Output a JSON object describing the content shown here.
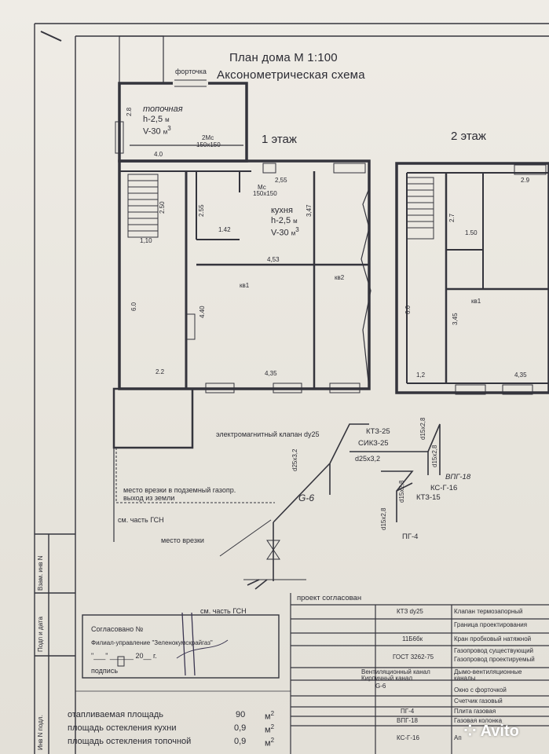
{
  "title_line1": "План дома М 1:100",
  "title_line2": "Аксонометрическая схема",
  "floor1_label": "1 этаж",
  "floor2_label": "2 этаж",
  "fortochka": "форточка",
  "topochnaya": {
    "name": "топочная",
    "h": "h-2,5",
    "h_unit": "м",
    "v": "V-30",
    "v_unit": "м",
    "v_exp": "3"
  },
  "kitchen": {
    "name": "кухня",
    "h": "h-2,5",
    "h_unit": "м",
    "v": "V-30",
    "v_unit": "м",
    "v_exp": "3"
  },
  "mc_top": {
    "label": "2Мс",
    "size": "150х150"
  },
  "mc_kitchen": {
    "label": "Мс",
    "size": "150х150"
  },
  "room_tags": {
    "kv1_floor1": "кв1",
    "kv2_floor1": "кв2",
    "kv1_floor2": "кв1"
  },
  "dims": {
    "d28": "2.8",
    "d40": "4.0",
    "d255a": "2,55",
    "d250": "2.50",
    "d255b": "2.55",
    "d347": "3,47",
    "d142": "1.42",
    "d110": "1,10",
    "d453": "4,53",
    "d60": "6.0",
    "d440": "4.40",
    "d22": "2.2",
    "d435": "4,35",
    "f2_29": "2.9",
    "f2_27": "2.7",
    "f2_150": "1.50",
    "f2_60": "6.0",
    "f2_345": "3,45",
    "f2_12": "1,2",
    "f2_435": "4,35"
  },
  "scheme": {
    "valve": "электромагнитный клапан dy25",
    "kt3": "КТЗ-25",
    "sikz": "СИКЗ-25",
    "d25a": "d25х3,2",
    "d25b": "d25х3,2",
    "d15_1": "d15х2,8",
    "d15_2": "d15х2,8",
    "d15_3": "d15х2,8",
    "d15_4": "d15х2,8",
    "vpg": "ВПГ-18",
    "ksg": "КС-Г-16",
    "kt3_15": "КТЗ-15",
    "g6": "G-6",
    "pg4": "ПГ-4",
    "vrezka_podzem": "место врезки в подземный газопр.",
    "vyhod": "выход из земли",
    "sm_gsn1": "см. часть ГСН",
    "mesto_vrezki": "место врезки",
    "sm_gsn2": "см. часть ГСН"
  },
  "stamp": {
    "proekt": "проект согласован",
    "soglasovano": "Согласовано №",
    "filial": "Филиал-управление \"Зеленокумскрайгаз\"",
    "date_part": "\"___\" ______ 20__ г.",
    "podpis": "подпись"
  },
  "legend": [
    {
      "code": "КТЗ dy25",
      "desc": "Клапан термозапорный"
    },
    {
      "code": "",
      "desc": "Граница проектирования"
    },
    {
      "code": "11Б6бк",
      "desc": "Кран пробковый натяжной"
    },
    {
      "code": "",
      "desc": "Газопровод существующий"
    },
    {
      "code": "ГОСТ 3262-75",
      "desc": "Газопровод проектируемый"
    },
    {
      "code": "Вентиляционный канал",
      "desc": "Дымо-вентиляционные"
    },
    {
      "code": "Кирпичный канал",
      "desc": "каналы"
    },
    {
      "code": "G-6",
      "desc": "Окно с форточкой"
    },
    {
      "code": "",
      "desc": "Счетчик газовый"
    },
    {
      "code": "ПГ-4",
      "desc": "Плита газовая"
    },
    {
      "code": "ВПГ-18",
      "desc": "Газовая колонка"
    },
    {
      "code": "КС-Г-16",
      "desc": "Ап"
    }
  ],
  "side_labels": {
    "inv_podl": "Инв N подл.",
    "podp_data": "Подп и дата",
    "vzam": "Взам. инв N"
  },
  "areas": [
    {
      "label": "отапливаемая площадь",
      "value": "90",
      "unit": "м",
      "exp": "2"
    },
    {
      "label": "площадь остекления кухни",
      "value": "0,9",
      "unit": "м",
      "exp": "2"
    },
    {
      "label": "площадь остекления топочной",
      "value": "0,9",
      "unit": "м",
      "exp": "2"
    }
  ],
  "watermark": "Avito",
  "colors": {
    "ink": "#2b2b33",
    "paper": "#ebe8e1",
    "line": "#34343c"
  }
}
